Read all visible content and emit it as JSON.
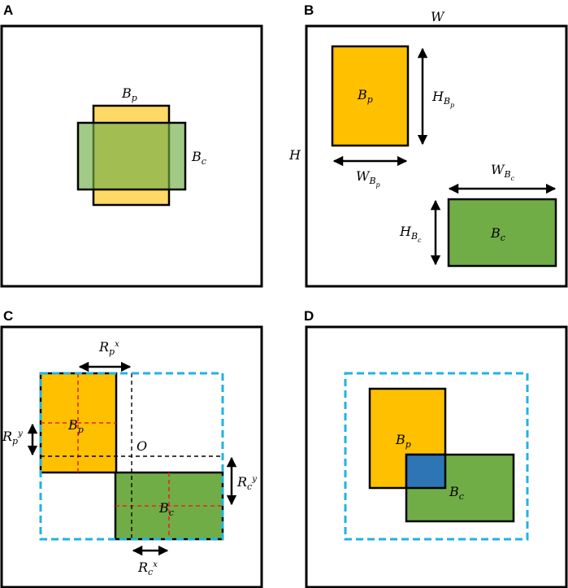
{
  "colors": {
    "yellow": "#ffc000",
    "yellow_light": "#ffd966",
    "green": "#70ad47",
    "green_light": "#a9d18e",
    "overlap_green": "#a5b84a",
    "blue": "#2e75b6",
    "cyan_dashed": "#1fb3e5",
    "red_dashed": "#e6261f",
    "black": "#000000"
  },
  "panels": {
    "A": {
      "letter": "A",
      "label_bp_main": "B",
      "label_bp_sub": "p",
      "label_bc_main": "B",
      "label_bc_sub": "c"
    },
    "B": {
      "letter": "B",
      "label_W": "W",
      "label_H": "H",
      "label_bp_main": "B",
      "label_bp_sub": "p",
      "label_bc_main": "B",
      "label_bc_sub": "c",
      "label_hbp_main": "H",
      "label_hbp_sub": "B",
      "label_hbp_subsub": "p",
      "label_wbp_main": "W",
      "label_wbp_sub": "B",
      "label_wbp_subsub": "p",
      "label_wbc_main": "W",
      "label_wbc_sub": "B",
      "label_wbc_subsub": "c",
      "label_hbc_main": "H",
      "label_hbc_sub": "B",
      "label_hbc_subsub": "c"
    },
    "C": {
      "letter": "C",
      "label_O": "O",
      "label_bp_main": "B",
      "label_bp_sub": "p",
      "label_bc_main": "B",
      "label_bc_sub": "c",
      "label_rpx_main": "R",
      "label_rpx_sub": "p",
      "label_rpx_sup": "x",
      "label_rpy_main": "R",
      "label_rpy_sub": "p",
      "label_rpy_sup": "y",
      "label_rcy_main": "R",
      "label_rcy_sub": "c",
      "label_rcy_sup": "y",
      "label_rcx_main": "R",
      "label_rcx_sub": "c",
      "label_rcx_sup": "x"
    },
    "D": {
      "letter": "D",
      "label_bp_main": "B",
      "label_bp_sub": "p",
      "label_bc_main": "B",
      "label_bc_sub": "c"
    }
  }
}
